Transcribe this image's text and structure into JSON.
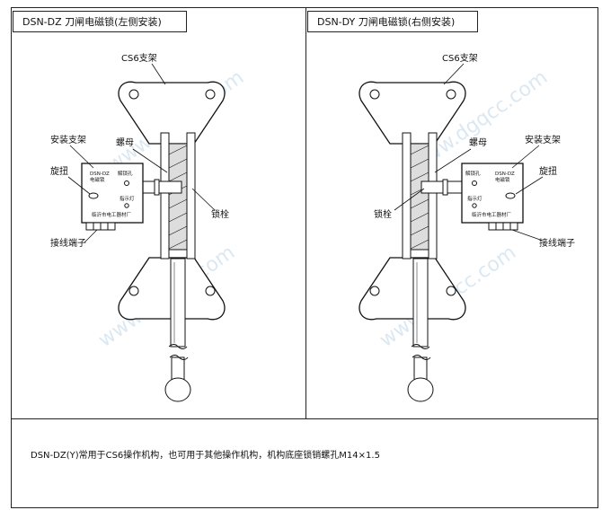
{
  "panels": [
    {
      "title": "DSN-DZ 刀闸电磁锁(左侧安装)",
      "labels": {
        "bracket": "CS6支架",
        "nut": "螺母",
        "mount": "安装支架",
        "knob": "旋扭",
        "terminal": "接线端子",
        "bolt": "锁栓"
      },
      "device": {
        "model": "DSN-DZ",
        "name": "电磁锁",
        "unlock": "解锁孔",
        "indicator": "指示灯",
        "maker": "临沂市电工器材厂"
      }
    },
    {
      "title": "DSN-DY 刀闸电磁锁(右侧安装)",
      "labels": {
        "bracket": "CS6支架",
        "nut": "螺母",
        "mount": "安装支架",
        "knob": "旋扭",
        "terminal": "接线端子",
        "bolt": "锁栓"
      },
      "device": {
        "model": "DSN-DZ",
        "name": "电磁锁",
        "unlock": "解锁孔",
        "indicator": "指示灯",
        "maker": "临沂市电工器材厂"
      }
    }
  ],
  "watermark": "www.dgqcc.com",
  "note": "DSN-DZ(Y)常用于CS6操作机构，也可用于其他操作机构，机构底座锁销螺孔M14×1.5"
}
